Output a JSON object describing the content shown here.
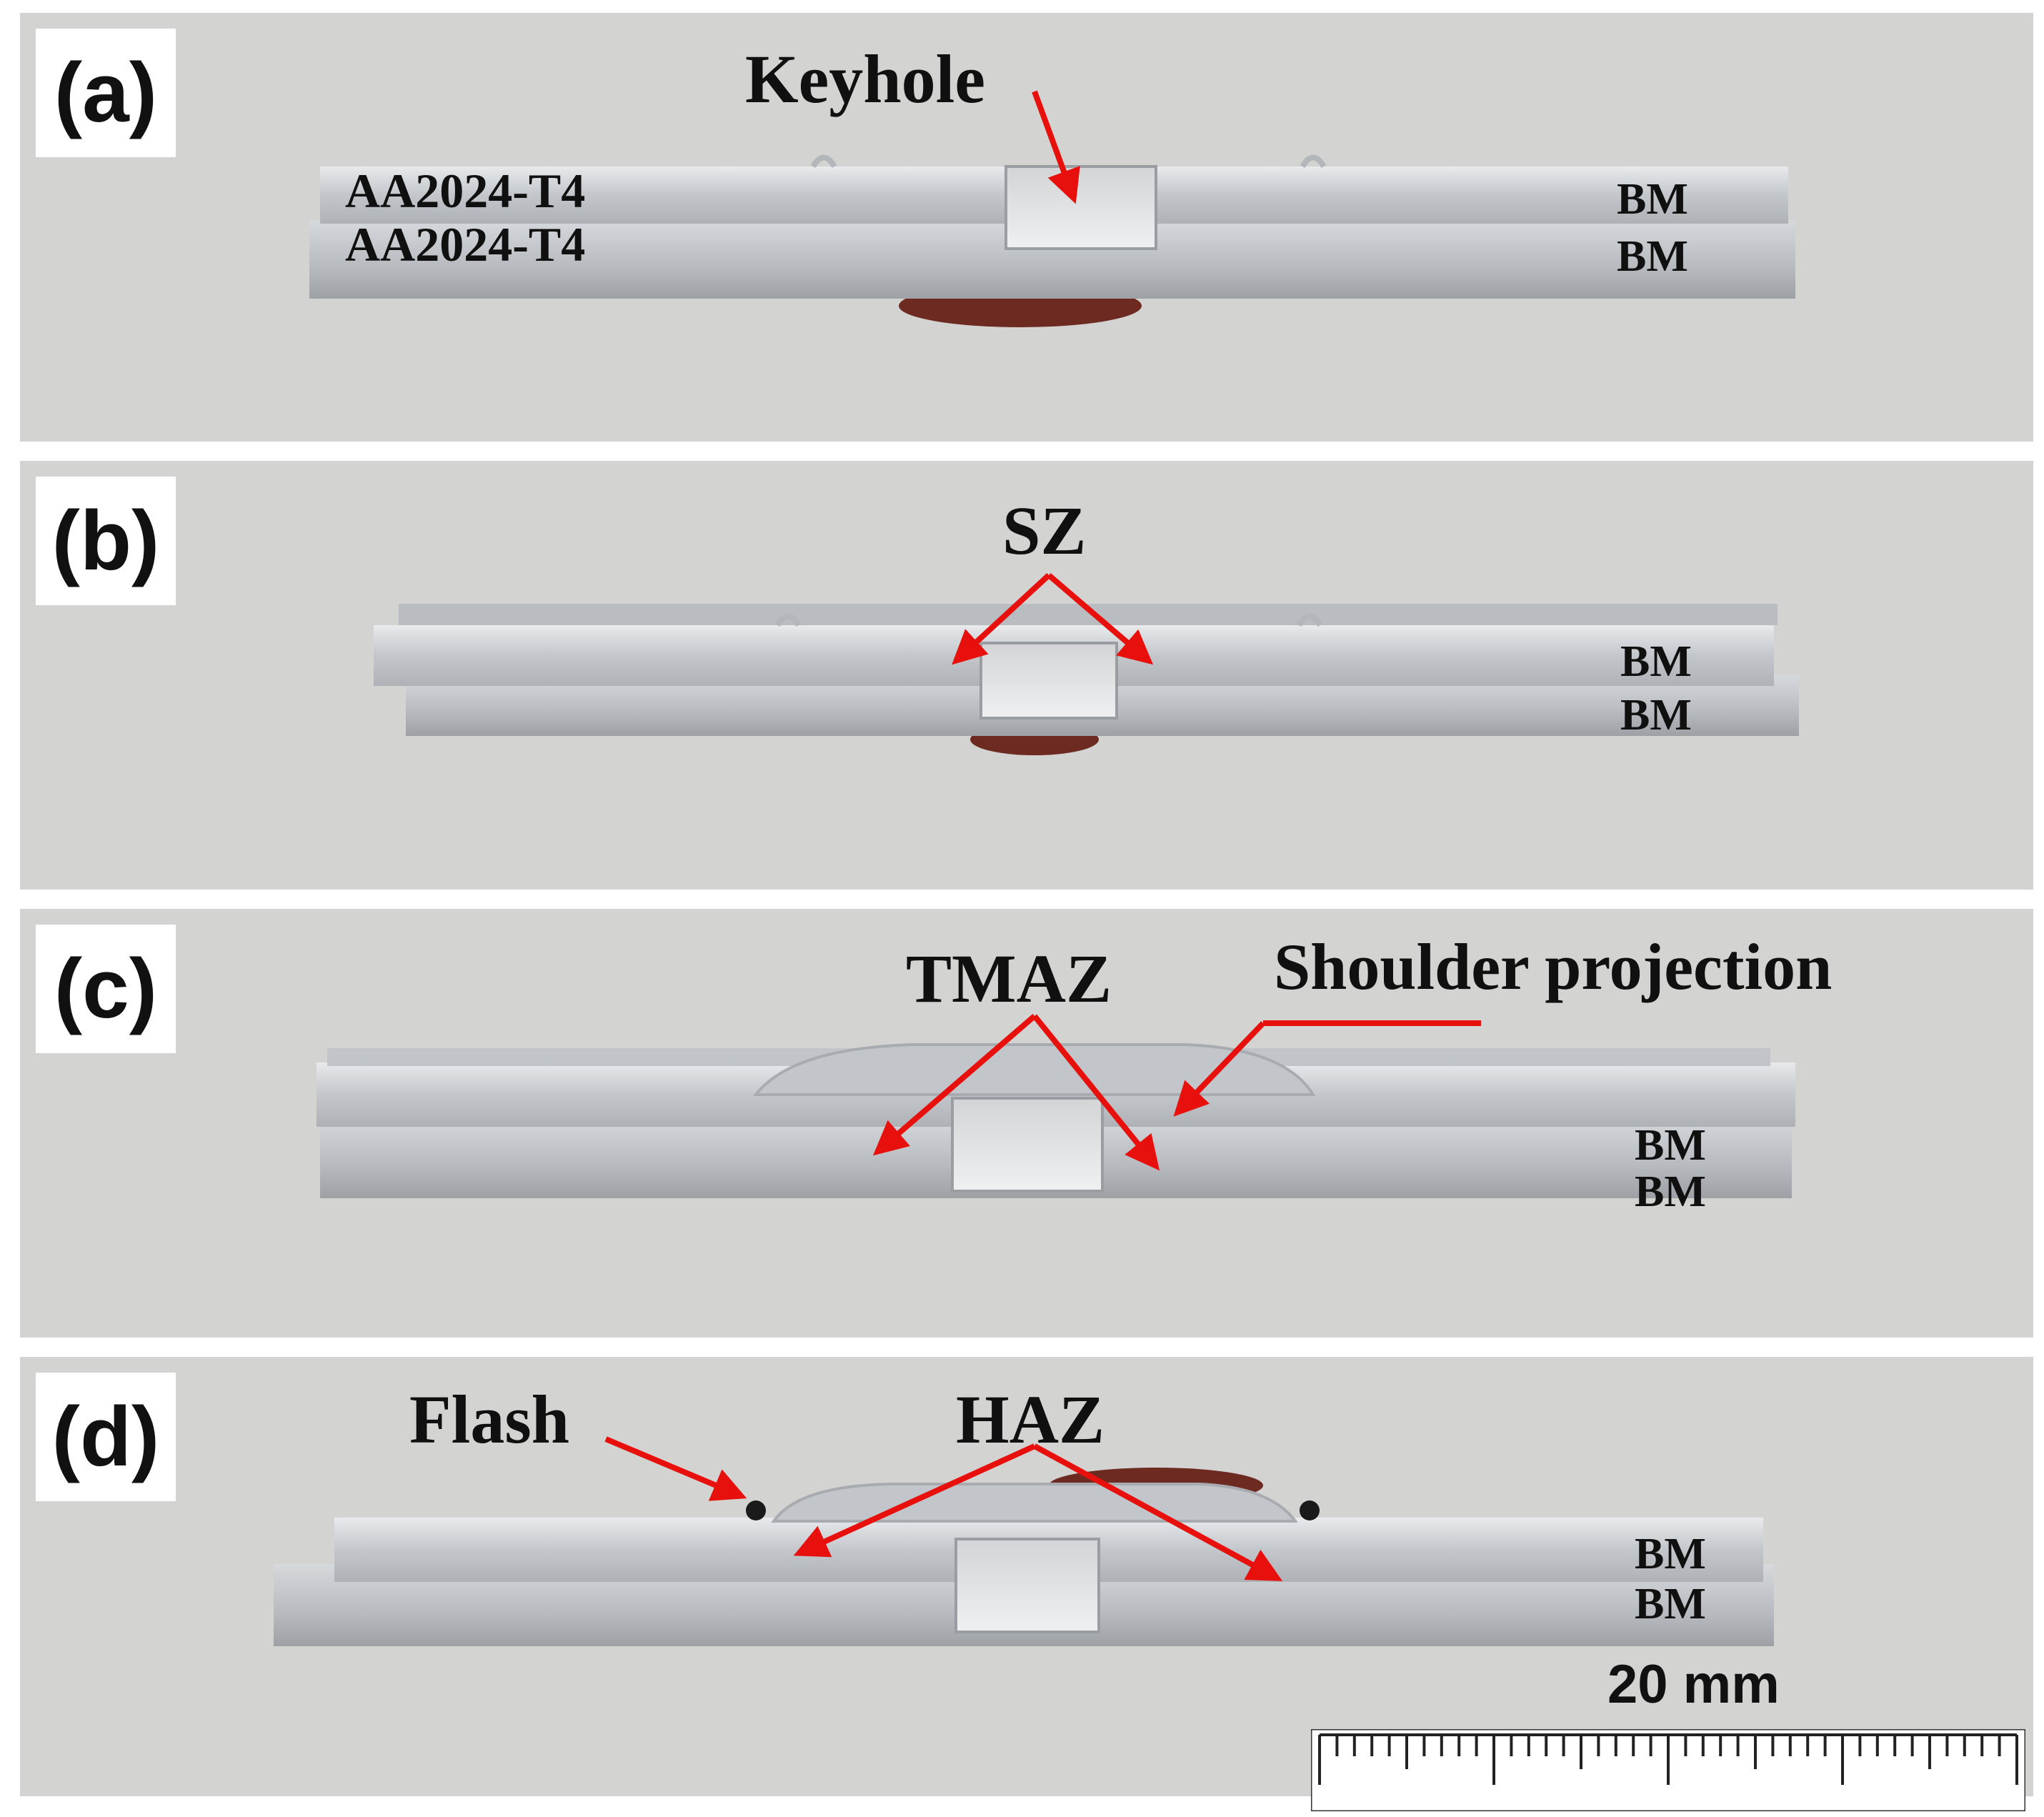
{
  "panels": [
    {
      "label": "(a)",
      "annotations": {
        "keyhole": "Keyhole",
        "top_sheet": "AA2024-T4",
        "bottom_sheet": "AA2024-T4",
        "bm_top": "BM",
        "bm_bottom": "BM"
      }
    },
    {
      "label": "(b)",
      "annotations": {
        "sz": "SZ",
        "bm_top": "BM",
        "bm_bottom": "BM"
      }
    },
    {
      "label": "(c)",
      "annotations": {
        "tmaz": "TMAZ",
        "shoulder": "Shoulder projection",
        "bm_top": "BM",
        "bm_bottom": "BM"
      }
    },
    {
      "label": "(d)",
      "annotations": {
        "flash": "Flash",
        "haz": "HAZ",
        "bm_top": "BM",
        "bm_bottom": "BM"
      }
    }
  ],
  "scale": {
    "label": "20 mm"
  },
  "colors": {
    "background": "#d3d3d1",
    "arrow": "#e8100c",
    "metal": "#c9cccf",
    "text": "#101010"
  }
}
